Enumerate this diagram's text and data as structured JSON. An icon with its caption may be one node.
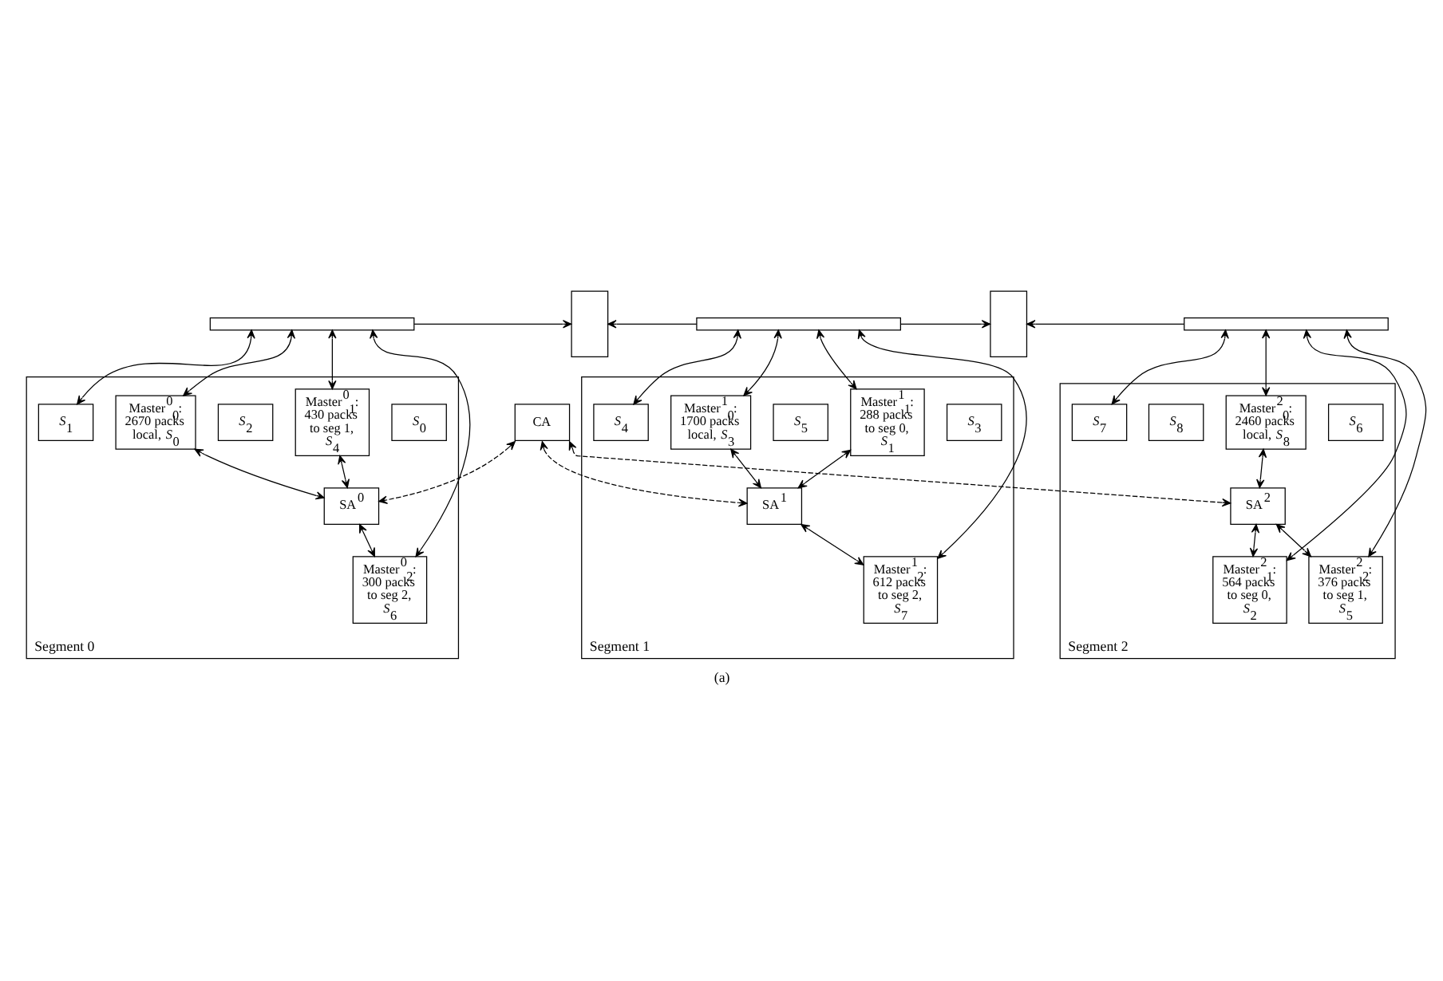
{
  "diagram": {
    "caption": "(a)",
    "nodes": [
      {
        "text": [
          "CA"
        ]
      },
      {
        "text": [],
        "shape": "bar"
      },
      {
        "text": [],
        "shape": "box"
      },
      {
        "text": [],
        "shape": "bar"
      },
      {
        "text": [],
        "shape": "box"
      },
      {
        "text": [],
        "shape": "bar"
      },
      {
        "text": [
          "Segment 0"
        ]
      },
      {
        "text": [
          "*S*$_{0}$"
        ],
        "in": 6
      },
      {
        "text": [
          "*S*$_{1}$"
        ],
        "in": 6
      },
      {
        "text": [
          "*S*$_{2}$"
        ],
        "in": 6
      },
      {
        "text": [
          "Master$^{0}$$_{0}$: 2670 packs local, *S*$_{0}$"
        ],
        "in": 6
      },
      {
        "text": [
          "Master$^{0}$$_{1}$: 430 packs to seg 1, *S*$_{4}$"
        ],
        "in": 6
      },
      {
        "text": [
          "SA$^{0}$"
        ],
        "in": 6
      },
      {
        "text": [
          "Master$^{0}$$_{2}$: 300 packs to seg 2, *S*$_{6}$"
        ],
        "in": 6
      },
      {
        "text": [
          "Segment 1"
        ]
      },
      {
        "text": [
          "*S*$_{3}$"
        ],
        "in": 14
      },
      {
        "text": [
          "*S*$_{4}$"
        ],
        "in": 14
      },
      {
        "text": [
          "*S*$_{5}$"
        ],
        "in": 14
      },
      {
        "text": [
          "Master$^{1}$$_{0}$: 1700 packs local, *S*$_{3}$"
        ],
        "in": 14
      },
      {
        "text": [
          "Master$^{1}$$_{1}$: 288 packs to seg 0, *S*$_{1}$"
        ],
        "in": 14
      },
      {
        "text": [
          "SA$^{1}$"
        ],
        "in": 14
      },
      {
        "text": [
          "Master$^{1}$$_{2}$: 612 packs to seg 2, *S*$_{7}$"
        ],
        "in": 14
      },
      {
        "text": [
          "Segment 2"
        ]
      },
      {
        "text": [
          "*S*$_{6}$"
        ],
        "in": 22
      },
      {
        "text": [
          "*S*$_{7}$"
        ],
        "in": 22
      },
      {
        "text": [
          "*S*$_{8}$"
        ],
        "in": 22
      },
      {
        "text": [
          "Master$^{2}$$_{0}$: 2460 packs local, *S*$_{8}$"
        ],
        "in": 22
      },
      {
        "text": [
          "SA$^{2}$"
        ],
        "in": 22
      },
      {
        "text": [
          "Master$^{2}$$_{1}$: 564 packs to seg 0, *S*$_{2}$"
        ],
        "in": 22
      },
      {
        "text": [
          "Master$^{2}$$_{2}$: 376 packs to seg 1, *S*$_{5}$"
        ],
        "in": 22
      }
    ],
    "edges": [
      {
        "from": 1,
        "to": 2,
        "arrow": "to"
      },
      {
        "from": 3,
        "to": 2,
        "arrow": "to"
      },
      {
        "from": 3,
        "to": 4,
        "arrow": "to"
      },
      {
        "from": 5,
        "to": 4,
        "arrow": "to"
      },
      {
        "from": 1,
        "to": 8,
        "arrow": "both"
      },
      {
        "from": 1,
        "to": 10,
        "arrow": "both"
      },
      {
        "from": 1,
        "to": 11,
        "arrow": "both"
      },
      {
        "from": 1,
        "to": 13,
        "arrow": "both"
      },
      {
        "from": 3,
        "to": 16,
        "arrow": "both"
      },
      {
        "from": 3,
        "to": 18,
        "arrow": "both"
      },
      {
        "from": 3,
        "to": 19,
        "arrow": "both"
      },
      {
        "from": 3,
        "to": 21,
        "arrow": "both"
      },
      {
        "from": 5,
        "to": 24,
        "arrow": "both"
      },
      {
        "from": 5,
        "to": 26,
        "arrow": "both"
      },
      {
        "from": 5,
        "to": 28,
        "arrow": "both"
      },
      {
        "from": 5,
        "to": 29,
        "arrow": "both"
      },
      {
        "from": 10,
        "to": 12,
        "arrow": "both"
      },
      {
        "from": 11,
        "to": 12,
        "arrow": "both"
      },
      {
        "from": 12,
        "to": 13,
        "arrow": "both"
      },
      {
        "from": 18,
        "to": 20,
        "arrow": "both"
      },
      {
        "from": 19,
        "to": 20,
        "arrow": "both"
      },
      {
        "from": 20,
        "to": 21,
        "arrow": "both"
      },
      {
        "from": 26,
        "to": 27,
        "arrow": "both"
      },
      {
        "from": 27,
        "to": 28,
        "arrow": "both"
      },
      {
        "from": 27,
        "to": 29,
        "arrow": "both"
      },
      {
        "from": 0,
        "to": 12,
        "arrow": "both",
        "style": "dashed"
      },
      {
        "from": 0,
        "to": 20,
        "arrow": "both",
        "style": "dashed"
      },
      {
        "from": 0,
        "to": 27,
        "arrow": "both",
        "style": "dashed"
      }
    ]
  }
}
